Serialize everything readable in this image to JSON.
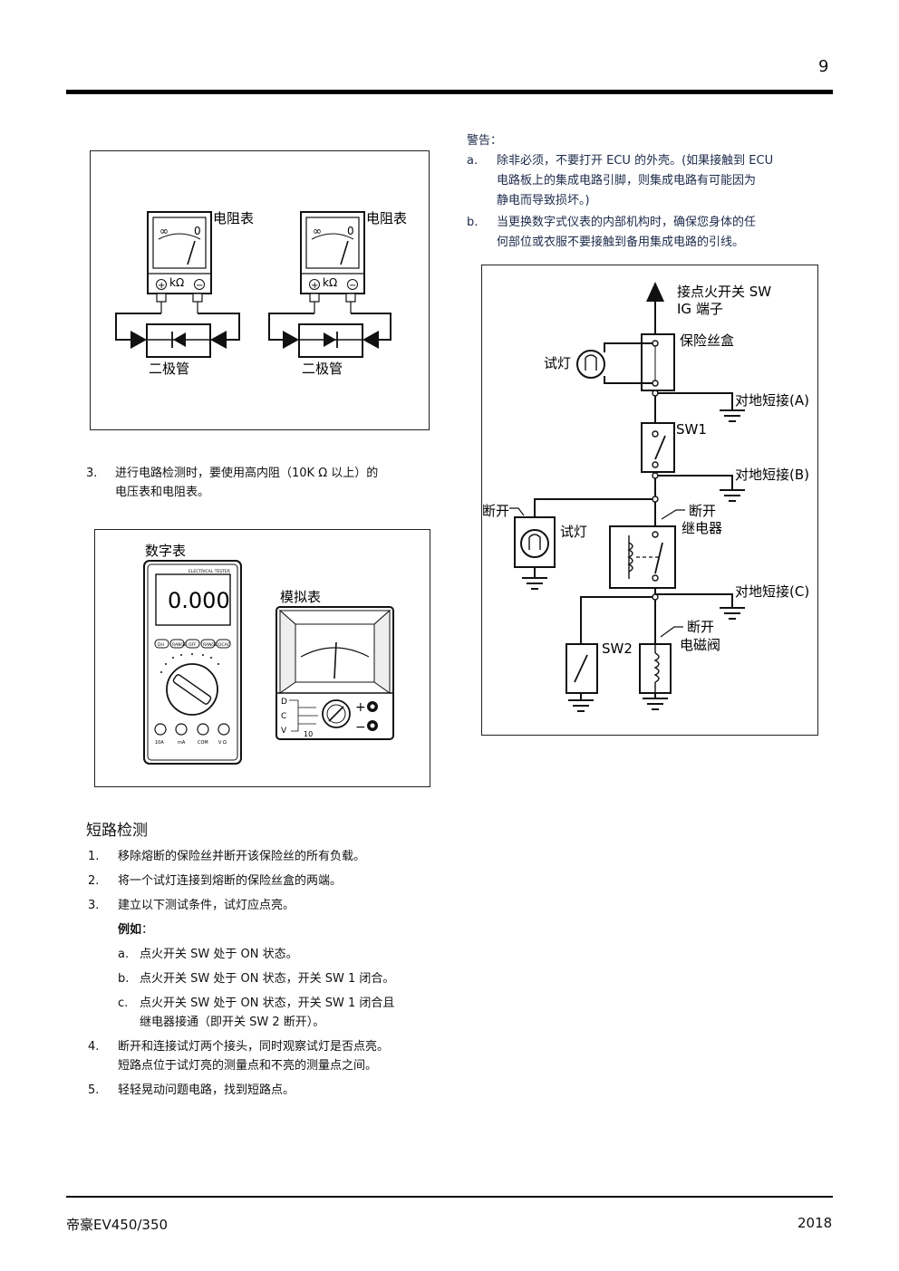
{
  "page_number": "9",
  "footer": {
    "model": "帝豪EV450/350",
    "year": "2018"
  },
  "fig1": {
    "meter_label": "电阻表",
    "scale_left": "∞",
    "scale_right": "0",
    "unit": "kΩ",
    "plus": "+",
    "minus": "−",
    "diode_label": "二极管"
  },
  "warning": {
    "title": "警告：",
    "items": [
      {
        "marker": "a.",
        "lines": [
          "除非必须，不要打开 ECU  的外壳。(如果接触到 ECU",
          "电路板上的集成电路引脚，则集成电路有可能因为",
          "静电而导致损坏。)"
        ]
      },
      {
        "marker": "b.",
        "lines": [
          "当更换数字式仪表的内部机构时，确保您身体的任",
          "何部位或衣服不要接触到备用集成电路的引线。"
        ]
      }
    ]
  },
  "fig2": {
    "ig_label_1": "接点火开关 SW",
    "ig_label_2": "IG  端子",
    "fuse_box": "保险丝盒",
    "test_lamp_top": "试灯",
    "short_a": "对地短接(A)",
    "sw1": "SW1",
    "short_b": "对地短接(B)",
    "open_left": "断开",
    "test_lamp": "试灯",
    "open_relay": "断开",
    "relay": "继电器",
    "short_c": "对地短接(C)",
    "open_solenoid": "断开",
    "solenoid": "电磁阀",
    "sw2": "SW2"
  },
  "item3": {
    "marker": "3.",
    "lines": [
      "进行电路检测时，要使用高内阻（10K  Ω 以上）的",
      "电压表和电阻表。"
    ]
  },
  "fig3": {
    "digital_label": "数字表",
    "analog_label": "模拟表",
    "brand": "ELECTRICAL TESTER",
    "reading": "0.000",
    "buttons": [
      "DH",
      "RANGE",
      "OFF",
      "RANGE",
      "DCAC"
    ],
    "terminals": [
      "10A",
      "mA",
      "COM",
      "V Ω"
    ],
    "analog_ranges": [
      "D",
      "C",
      "V"
    ],
    "analog_ten": "10",
    "analog_plus": "+",
    "analog_minus": "−"
  },
  "short_section": {
    "title": "短路检测",
    "steps": [
      {
        "marker": "1.",
        "lines": [
          "移除熔断的保险丝并断开该保险丝的所有负载。"
        ]
      },
      {
        "marker": "2.",
        "lines": [
          "将一个试灯连接到熔断的保险丝盒的两端。"
        ]
      },
      {
        "marker": "3.",
        "lines": [
          "建立以下测试条件，试灯应点亮。"
        ]
      }
    ],
    "example_label": "例如",
    "example_colon": "：",
    "sub": [
      {
        "marker": "a.",
        "lines": [
          "点火开关 SW  处于 ON 状态。"
        ]
      },
      {
        "marker": "b.",
        "lines": [
          "点火开关 SW  处于 ON 状态，开关 SW  1 闭合。"
        ]
      },
      {
        "marker": "c.",
        "lines": [
          "点火开关 SW  处于 ON 状态，开关 SW  1 闭合且",
          "继电器接通（即开关 SW  2 断开）。"
        ]
      }
    ],
    "steps_after": [
      {
        "marker": "4.",
        "lines": [
          "断开和连接试灯两个接头，同时观察试灯是否点亮。",
          "短路点位于试灯亮的测量点和不亮的测量点之间。"
        ]
      },
      {
        "marker": "5.",
        "lines": [
          "轻轻晃动问题电路，找到短路点。"
        ]
      }
    ]
  }
}
